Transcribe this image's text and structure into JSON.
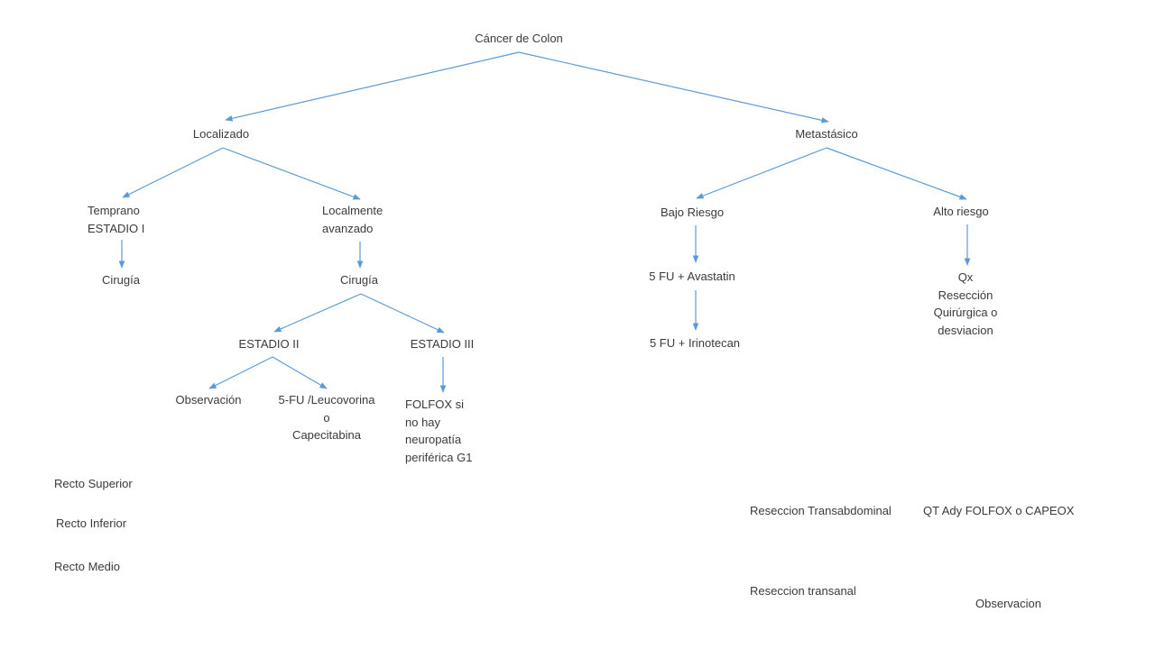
{
  "diagram": {
    "accent": "#5b9bd5",
    "nodes": {
      "root": "Cáncer de Colon",
      "localizado": "Localizado",
      "metastasico": "Metastásico",
      "temprano": "Temprano\nESTADIO I",
      "local_avanzado": "Localmente\navanzado",
      "cirugia_1": "Cirugía",
      "cirugia_2": "Cirugía",
      "estadio_2": "ESTADIO II",
      "estadio_3": "ESTADIO III",
      "observacion": "Observación",
      "fu_leucovorina": "5-FU /Leucovorina\no\nCapecitabina",
      "folfox": "FOLFOX si\nno hay\nneuropatía\nperiférica G1",
      "bajo_riesgo": "Bajo Riesgo",
      "alto_riesgo": "Alto riesgo",
      "fu_avastatin": "5 FU + Avastatin",
      "fu_irinotecan": "5 FU + Irinotecan",
      "qx": "Qx\nResección\nQuirúrgica o\ndesviacion",
      "recto_superior": "Recto Superior",
      "recto_inferior": "Recto Inferior",
      "recto_medio": "Recto Medio",
      "reseccion_transabdominal": "Reseccion Transabdominal",
      "qt_ady": "QT Ady FOLFOX o CAPEOX",
      "reseccion_transanal": "Reseccion transanal",
      "observacion_2": "Observacion"
    }
  }
}
